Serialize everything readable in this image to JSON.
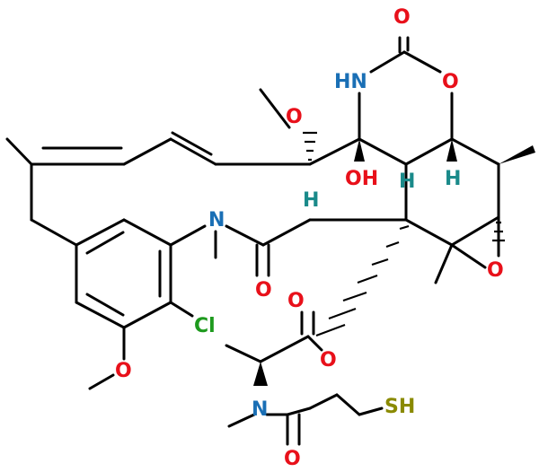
{
  "molecule": {
    "atoms": {
      "carbonyl_o_top": "O",
      "carbamate_nh": "HN",
      "ring_o": "O",
      "methoxy_o": "O",
      "hydroxyl": "OH",
      "h_left": "H",
      "h_mid": "H",
      "h_right": "H",
      "amide_n": "N",
      "amide_o": "O",
      "epoxide_o": "O",
      "ester_carbonyl_o": "O",
      "chloro": "Cl",
      "ester_o": "O",
      "aryl_methoxy_o": "O",
      "side_n": "N",
      "side_carbonyl_o": "O",
      "thiol": "SH"
    },
    "colors": {
      "oxygen": "#e8101a",
      "nitrogen": "#1a6fb5",
      "hydrogen": "#1a8a8a",
      "chlorine": "#1e9a1e",
      "sulfur": "#8a8a00",
      "bond": "#000000"
    }
  }
}
